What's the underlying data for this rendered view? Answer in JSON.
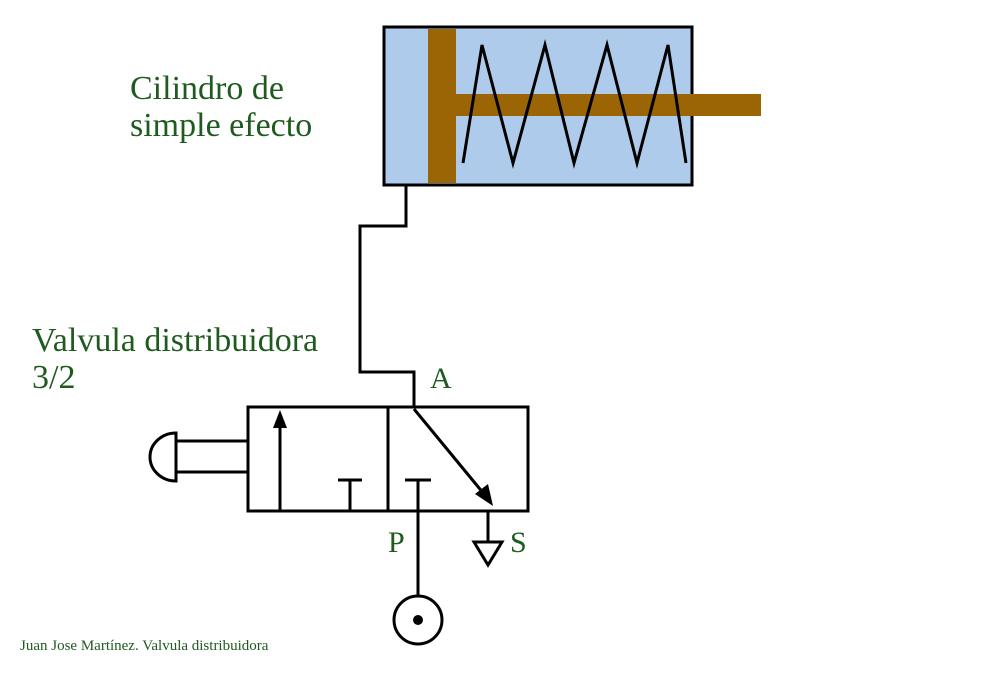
{
  "diagram": {
    "cylinder_label_line1": "Cilindro de",
    "cylinder_label_line2": "simple efecto",
    "valve_label_line1": "Valvula distribuidora",
    "valve_label_line2": "3/2",
    "port_a": "A",
    "port_p": "P",
    "port_s": "S",
    "credit": "Juan Jose Martínez. Valvula distribuidora"
  },
  "colors": {
    "text": "#1f5a1f",
    "cylinder_fill": "#aecbec",
    "piston_rod": "#9b6506",
    "stroke": "#000000"
  },
  "icons": {
    "cylinder": "single-acting-cylinder-icon",
    "spring": "return-spring-icon",
    "valve": "3-2-way-valve-icon",
    "push_button": "push-button-actuator-icon",
    "pressure_source": "pressure-source-icon",
    "exhaust": "exhaust-triangle-icon"
  }
}
